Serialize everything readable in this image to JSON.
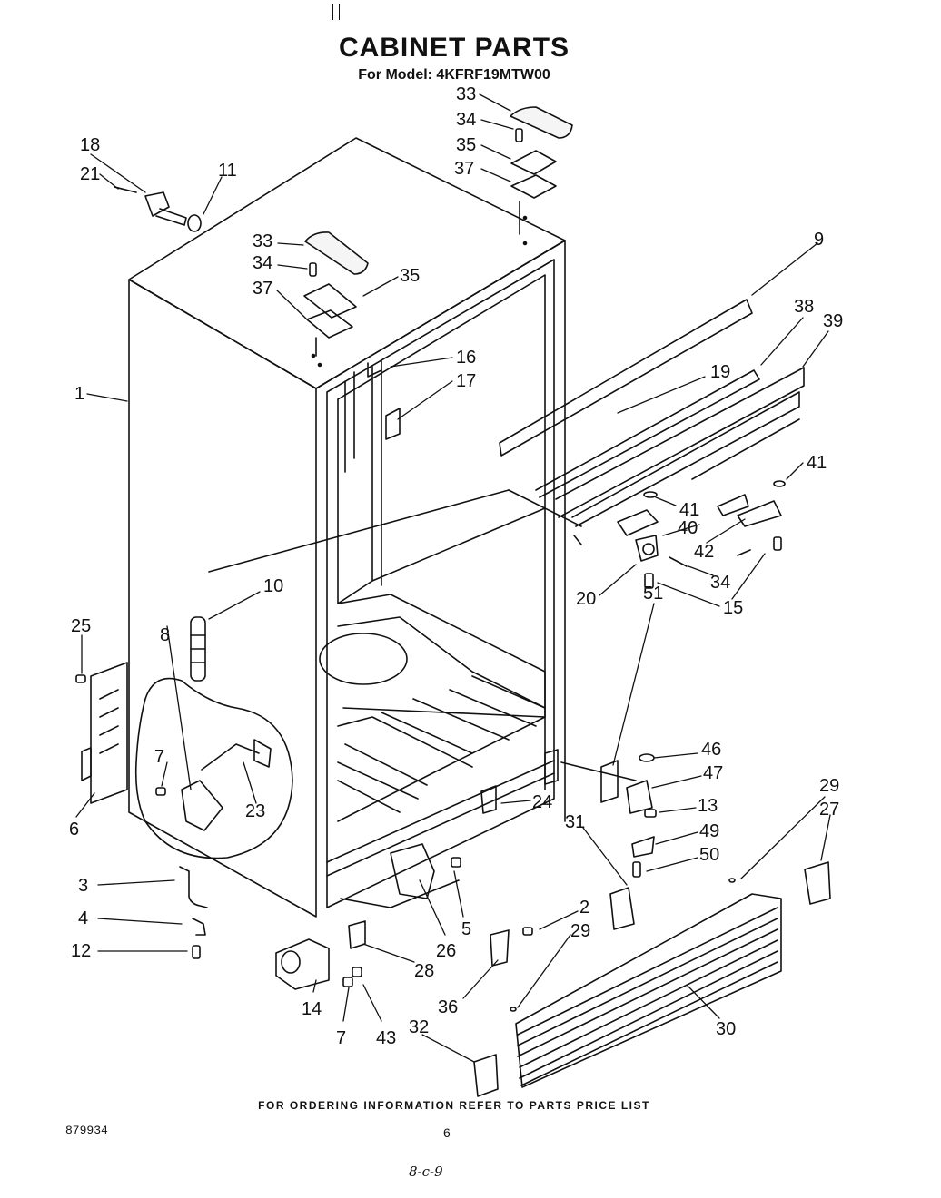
{
  "header": {
    "title": "CABINET PARTS",
    "subtitle": "For Model: 4KFRF19MTW00"
  },
  "footer": {
    "ordering_note": "FOR ORDERING INFORMATION REFER TO PARTS PRICE LIST",
    "document_number": "879934",
    "page_number": "6",
    "handwritten_note": "8-c-9"
  },
  "diagram": {
    "callouts": [
      {
        "id": "c-33a",
        "label": "33"
      },
      {
        "id": "c-34a",
        "label": "34"
      },
      {
        "id": "c-35a",
        "label": "35"
      },
      {
        "id": "c-37a",
        "label": "37"
      },
      {
        "id": "c-18",
        "label": "18"
      },
      {
        "id": "c-21",
        "label": "21"
      },
      {
        "id": "c-11",
        "label": "11"
      },
      {
        "id": "c-33b",
        "label": "33"
      },
      {
        "id": "c-34b",
        "label": "34"
      },
      {
        "id": "c-35b",
        "label": "35"
      },
      {
        "id": "c-37b",
        "label": "37"
      },
      {
        "id": "c-9",
        "label": "9"
      },
      {
        "id": "c-38",
        "label": "38"
      },
      {
        "id": "c-39",
        "label": "39"
      },
      {
        "id": "c-1",
        "label": "1"
      },
      {
        "id": "c-16",
        "label": "16"
      },
      {
        "id": "c-17",
        "label": "17"
      },
      {
        "id": "c-19",
        "label": "19"
      },
      {
        "id": "c-41a",
        "label": "41"
      },
      {
        "id": "c-41b",
        "label": "41"
      },
      {
        "id": "c-40",
        "label": "40"
      },
      {
        "id": "c-42",
        "label": "42"
      },
      {
        "id": "c-34c",
        "label": "34"
      },
      {
        "id": "c-20",
        "label": "20"
      },
      {
        "id": "c-15",
        "label": "15"
      },
      {
        "id": "c-10",
        "label": "10"
      },
      {
        "id": "c-25",
        "label": "25"
      },
      {
        "id": "c-8",
        "label": "8"
      },
      {
        "id": "c-7a",
        "label": "7"
      },
      {
        "id": "c-23",
        "label": "23"
      },
      {
        "id": "c-6",
        "label": "6"
      },
      {
        "id": "c-51",
        "label": "51"
      },
      {
        "id": "c-46",
        "label": "46"
      },
      {
        "id": "c-47",
        "label": "47"
      },
      {
        "id": "c-24",
        "label": "24"
      },
      {
        "id": "c-31",
        "label": "31"
      },
      {
        "id": "c-13",
        "label": "13"
      },
      {
        "id": "c-29a",
        "label": "29"
      },
      {
        "id": "c-27",
        "label": "27"
      },
      {
        "id": "c-49",
        "label": "49"
      },
      {
        "id": "c-50",
        "label": "50"
      },
      {
        "id": "c-3",
        "label": "3"
      },
      {
        "id": "c-4",
        "label": "4"
      },
      {
        "id": "c-12",
        "label": "12"
      },
      {
        "id": "c-5",
        "label": "5"
      },
      {
        "id": "c-26",
        "label": "26"
      },
      {
        "id": "c-2",
        "label": "2"
      },
      {
        "id": "c-29b",
        "label": "29"
      },
      {
        "id": "c-28",
        "label": "28"
      },
      {
        "id": "c-14",
        "label": "14"
      },
      {
        "id": "c-7b",
        "label": "7"
      },
      {
        "id": "c-43",
        "label": "43"
      },
      {
        "id": "c-36",
        "label": "36"
      },
      {
        "id": "c-32",
        "label": "32"
      },
      {
        "id": "c-30",
        "label": "30"
      }
    ]
  }
}
